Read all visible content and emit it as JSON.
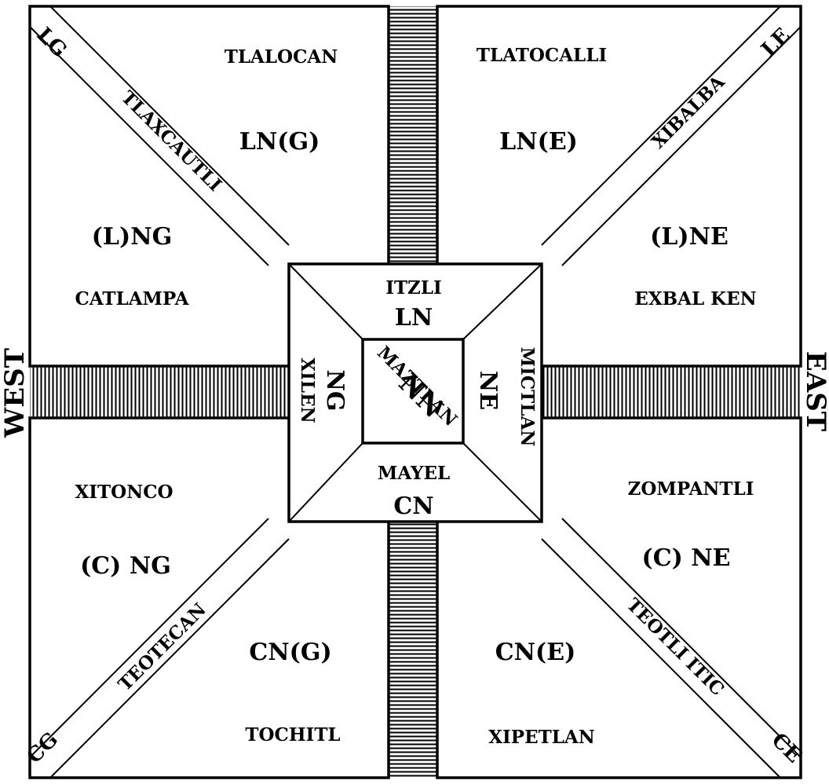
{
  "directions": {
    "west": "WEST",
    "east": "EAST"
  },
  "corners": {
    "lg": "LG",
    "le": "LE",
    "cg": "CG",
    "ce": "CE"
  },
  "diagonals": {
    "nw": "TLAXCAUTLI",
    "ne": "XIBALBA",
    "sw": "TEOTECAN",
    "se": "TEOTLI ITIC"
  },
  "regions": {
    "nw_upper": {
      "name": "TLALOCAN",
      "code": "LN(G)"
    },
    "nw_lower": {
      "name": "CATLAMPA",
      "code": "(L)NG"
    },
    "ne_upper": {
      "name": "TLATOCALLI",
      "code": "LN(E)"
    },
    "ne_lower": {
      "name": "EXBAL KEN",
      "code": "(L)NE"
    },
    "sw_upper": {
      "name": "XITONCO",
      "code": "(C) NG"
    },
    "sw_lower": {
      "name": "TOCHITL",
      "code": "CN(G)"
    },
    "se_upper": {
      "name": "ZOMPANTLI",
      "code": "(C) NE"
    },
    "se_lower": {
      "name": "XIPETLAN",
      "code": "CN(E)"
    }
  },
  "center": {
    "north": {
      "name": "ITZLI",
      "code": "LN"
    },
    "south": {
      "name": "MAYEL",
      "code": "CN"
    },
    "west": {
      "name": "XILEN",
      "code": "NG"
    },
    "east": {
      "name": "MICTLAN",
      "code": "NE"
    },
    "core": {
      "name": "MAZTLAN",
      "code": "NN"
    }
  }
}
